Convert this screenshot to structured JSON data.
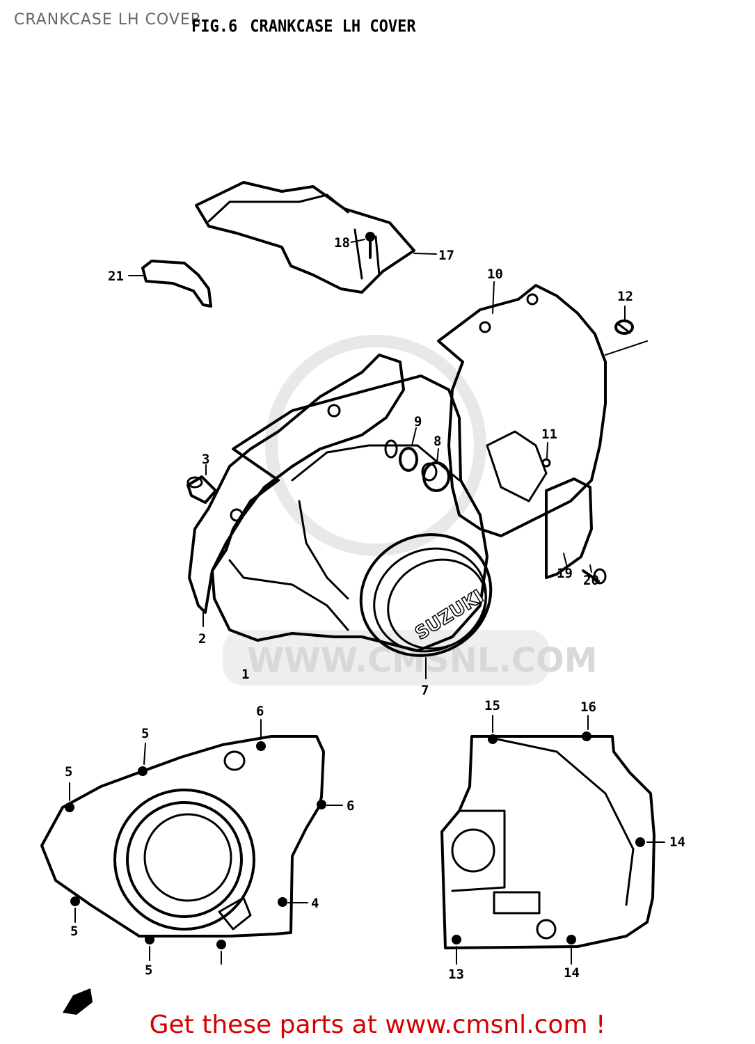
{
  "page": {
    "title": "CRANKCASE LH COVER",
    "figure_number": "FIG.6",
    "figure_title": "CRANKCASE LH COVER",
    "watermark": "WWW.CMSNL.COM",
    "brand_logo": "SUZUKI",
    "footer": "Get these parts at www.cmsnl.com !"
  },
  "callouts": [
    "1",
    "2",
    "3",
    "4",
    "5",
    "6",
    "7",
    "8",
    "9",
    "10",
    "11",
    "12",
    "13",
    "14",
    "15",
    "16",
    "17",
    "18",
    "19",
    "20",
    "21"
  ],
  "labels": {
    "l1": "1",
    "l2": "2",
    "l3": "3",
    "l4": "4",
    "l5a": "5",
    "l5b": "5",
    "l5c": "5",
    "l5d": "5",
    "l6a": "6",
    "l6b": "6",
    "l7": "7",
    "l8": "8",
    "l9": "9",
    "l10": "10",
    "l11": "11",
    "l12": "12",
    "l13": "13",
    "l14a": "14",
    "l14b": "14",
    "l15": "15",
    "l16": "16",
    "l17": "17",
    "l18": "18",
    "l19": "19",
    "l20": "20",
    "l21": "21"
  }
}
